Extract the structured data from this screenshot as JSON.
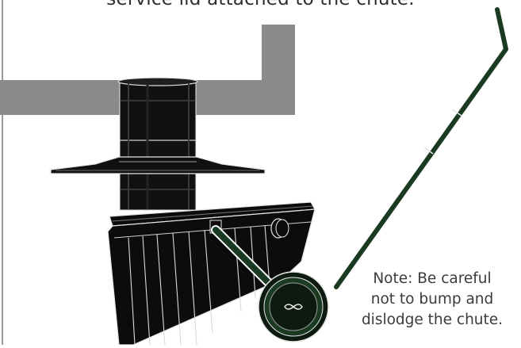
{
  "caption_top": "service lid attached to the chute.",
  "note": {
    "lines": [
      "Note: Be careful",
      "not to bump and",
      "dislodge the chute."
    ]
  },
  "colors": {
    "wall": "#8a8a8a",
    "chute": "#111111",
    "tank": "#0c0c0c",
    "handle": "#1b3a22",
    "wheel": "#1b3a22",
    "line": "#ffffff"
  }
}
